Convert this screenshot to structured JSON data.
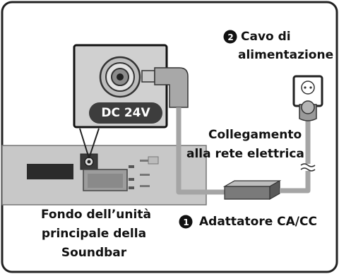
{
  "labels": {
    "power_cable": {
      "number": "2",
      "line1": "Cavo di",
      "line2": "alimentazione"
    },
    "mains_connection": {
      "line1": "Collegamento",
      "line2": "alla rete elettrica"
    },
    "adapter": {
      "number": "1",
      "text": "Adattatore CA/CC"
    },
    "unit_bottom": {
      "line1": "Fondo dell’unità",
      "line2": "principale della",
      "line3": "Soundbar"
    },
    "dc_rating": "DC 24V"
  }
}
